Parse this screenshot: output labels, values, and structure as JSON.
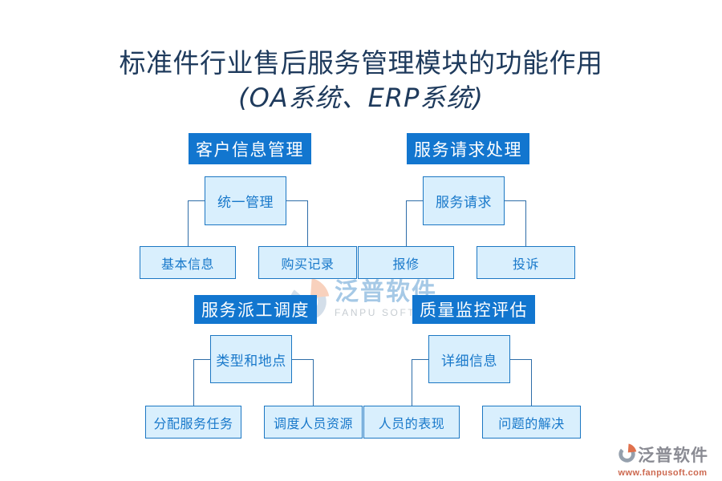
{
  "title": {
    "line1": "标准件行业售后服务管理模块的功能作用",
    "line2": "(OA系统、ERP系统)"
  },
  "trees": [
    {
      "header": "客户信息管理",
      "mid": "统一管理",
      "children": [
        "基本信息",
        "购买记录"
      ]
    },
    {
      "header": "服务请求处理",
      "mid": "服务请求",
      "children": [
        "报修",
        "投诉"
      ]
    },
    {
      "header": "服务派工调度",
      "mid": "类型和地点",
      "children": [
        "分配服务任务",
        "调度人员资源"
      ]
    },
    {
      "header": "质量监控评估",
      "mid": "详细信息",
      "children": [
        "人员的表现",
        "问题的解决"
      ]
    }
  ],
  "watermark": {
    "brand": "泛普软件",
    "brand_en": "FANPU SOFTWARE",
    "icon": "fanpu-swoosh-icon"
  },
  "footer_logo": {
    "brand": "泛普软件",
    "url": "www.fanpusoft.com",
    "icon": "fanpu-swoosh-icon"
  },
  "colors": {
    "header_bg": "#1276cf",
    "node_bg": "#d9effd",
    "node_border": "#1c77c3",
    "node_text": "#1878ca",
    "connector": "#2e6da8",
    "title_text": "#1e3a5c",
    "watermark_blue": "#4f94cf",
    "logo_grey": "#8a8b93",
    "logo_orange": "#cd6950"
  }
}
